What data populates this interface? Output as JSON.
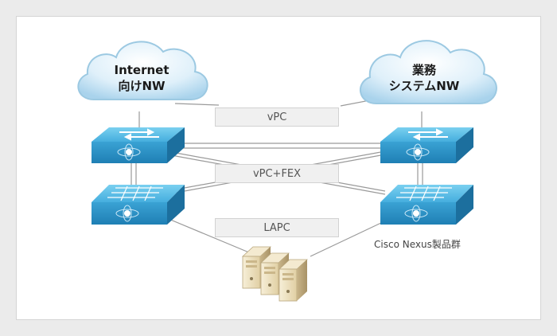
{
  "clouds": {
    "left": {
      "line1": "Internet",
      "line2": "向けNW"
    },
    "right": {
      "line1": "業務",
      "line2": "システムNW"
    }
  },
  "links": {
    "vpc": "vPC",
    "vpc_fex": "vPC+FEX",
    "lapc": "LAPC"
  },
  "caption": "Cisco Nexus製品群",
  "colors": {
    "switch_top": "#5fc0e6",
    "switch_face": "#2a8fc4",
    "switch_side": "#1c6f9e",
    "cloud_fill": "#cde8f6",
    "cloud_stroke": "#9cc9e2",
    "server": "#efe3c4"
  },
  "icons": {
    "switch_top": "layer3-switch-icon",
    "switch_bottom": "fex-switch-icon",
    "server": "server-rack-icon",
    "cloud": "cloud-icon"
  }
}
